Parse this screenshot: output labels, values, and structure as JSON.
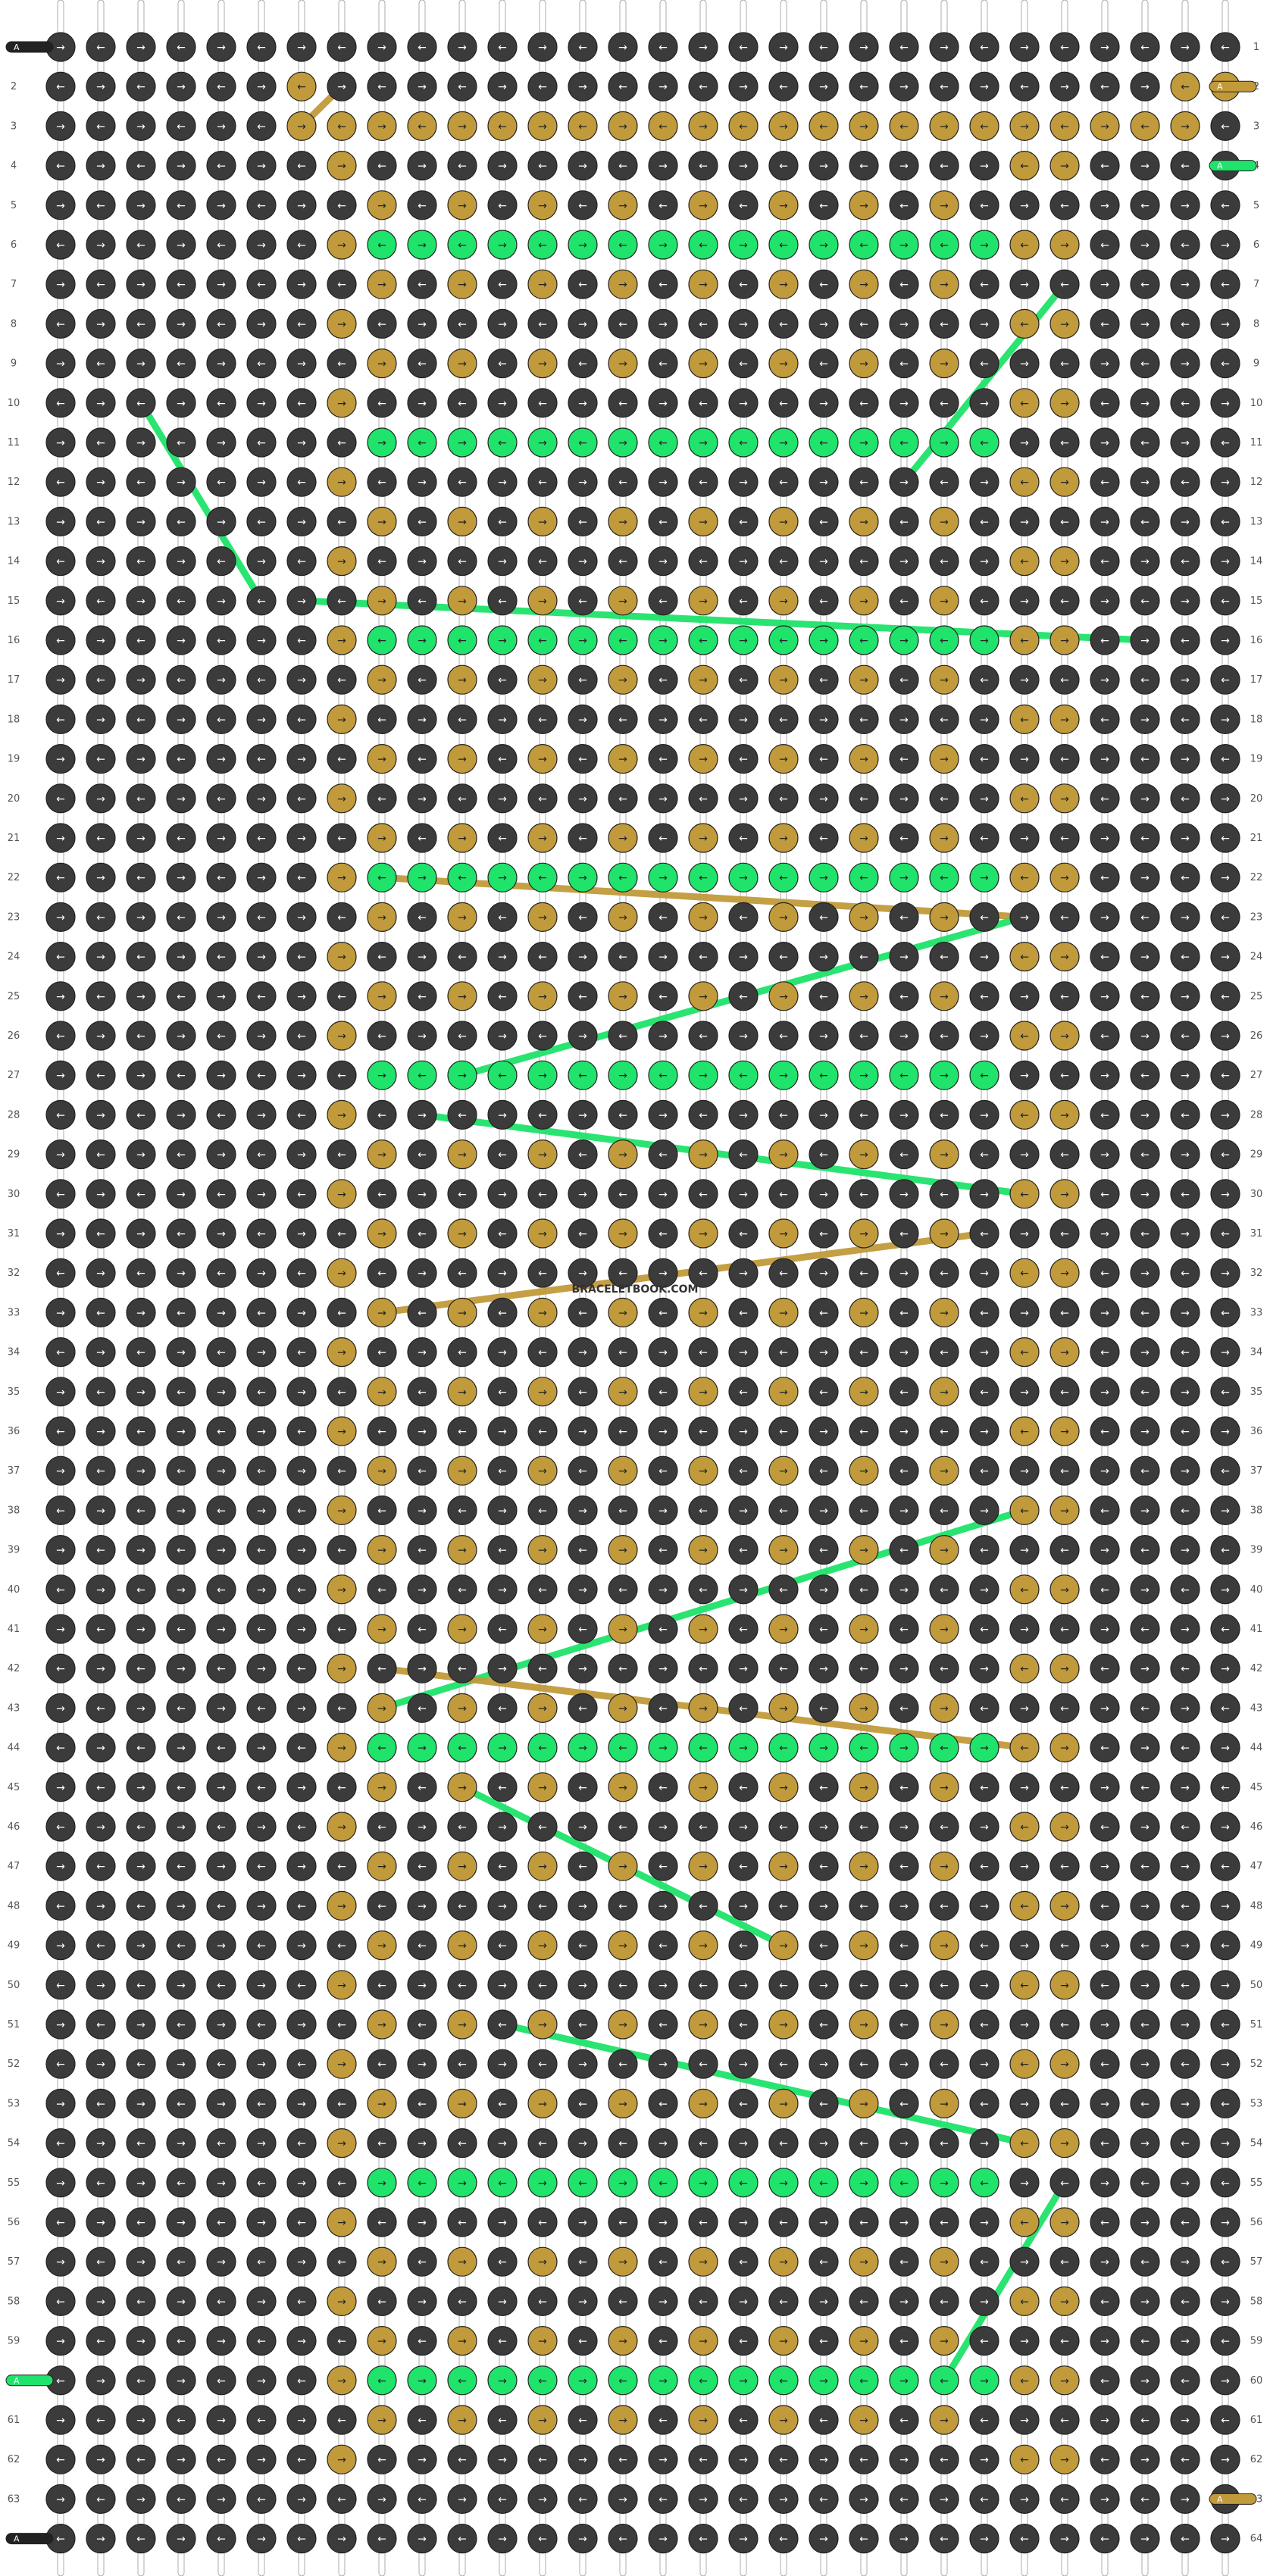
{
  "grid": {
    "columns": 30,
    "rows": 64,
    "row_labels_left": [
      "1",
      "2",
      "3",
      "4",
      "5",
      "6",
      "7",
      "8",
      "9",
      "10",
      "11",
      "12",
      "13",
      "14",
      "15",
      "16",
      "17",
      "18",
      "19",
      "20",
      "21",
      "22",
      "23",
      "24",
      "25",
      "26",
      "27",
      "28",
      "29",
      "30",
      "31",
      "32",
      "33",
      "34",
      "35",
      "36",
      "37",
      "38",
      "39",
      "40",
      "41",
      "42",
      "43",
      "44",
      "45",
      "46",
      "47",
      "48",
      "49",
      "50",
      "51",
      "52",
      "53",
      "54",
      "55",
      "56",
      "57",
      "58",
      "59",
      "60",
      "61",
      "62",
      "63",
      "64"
    ],
    "row_labels_right": [
      "1",
      "2",
      "3",
      "4",
      "5",
      "6",
      "7",
      "8",
      "9",
      "10",
      "11",
      "12",
      "13",
      "14",
      "15",
      "16",
      "17",
      "18",
      "19",
      "20",
      "21",
      "22",
      "23",
      "24",
      "25",
      "26",
      "27",
      "28",
      "29",
      "30",
      "31",
      "32",
      "33",
      "34",
      "35",
      "36",
      "37",
      "38",
      "39",
      "40",
      "41",
      "42",
      "43",
      "44",
      "45",
      "46",
      "47",
      "48",
      "49",
      "50",
      "51",
      "52",
      "53",
      "54",
      "55",
      "56",
      "57",
      "58",
      "59",
      "60",
      "61",
      "62",
      "63",
      "64"
    ]
  },
  "strand_markers": {
    "top_left": "A",
    "bottom_left": "A",
    "right_row_2": "A",
    "right_row_4": "A",
    "left_row_60": "A",
    "right_row_63": "A"
  },
  "colors": {
    "background_knot": "#3b3b3b",
    "gold": "#c19a3b",
    "green": "#1fe36a",
    "strand_white": "#ffffff",
    "connector_dark": "#2b2b2b"
  },
  "watermark": "BRACELETBOOK.COM",
  "knot_symbols": {
    "forward": "→",
    "backward": "←"
  }
}
